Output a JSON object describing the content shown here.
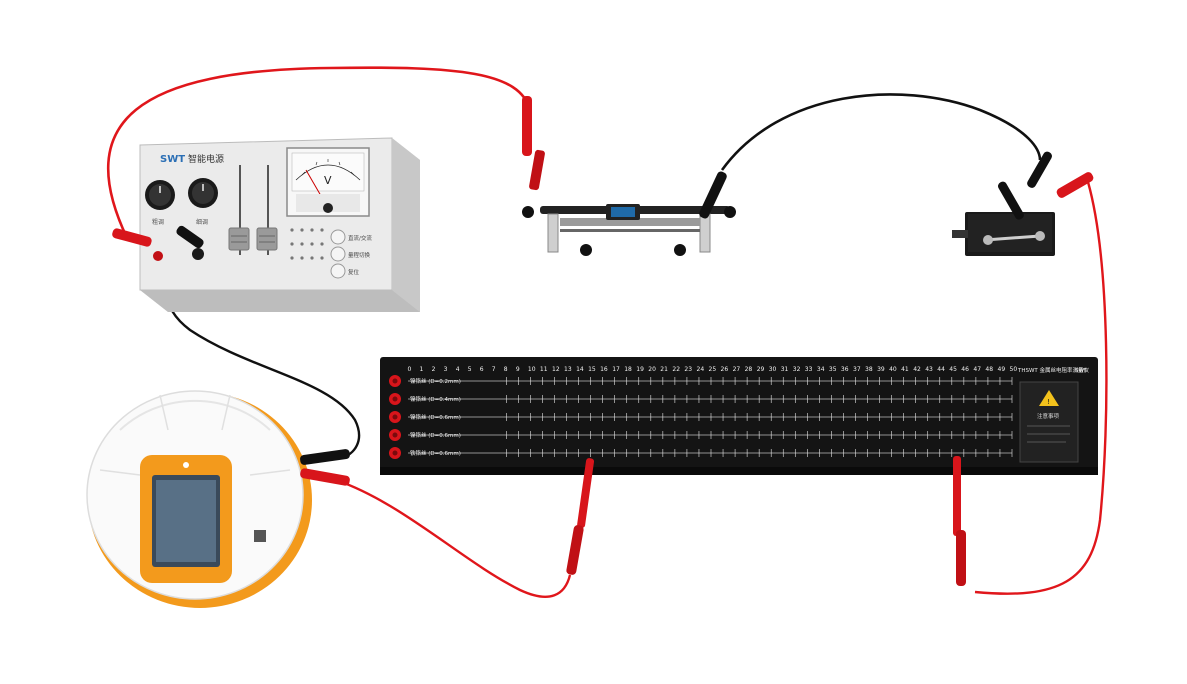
{
  "power_supply": {
    "brand": "SWT",
    "title": "智能电源",
    "meter_unit": "V",
    "knob_labels": [
      "粗调",
      "细调"
    ],
    "button_labels": [
      "直流/交流",
      "量程切换",
      "复位"
    ]
  },
  "board": {
    "ruler_numbers": [
      "0",
      "1",
      "2",
      "3",
      "4",
      "5",
      "6",
      "7",
      "8",
      "9",
      "10",
      "11",
      "12",
      "13",
      "14",
      "15",
      "16",
      "17",
      "18",
      "19",
      "20",
      "21",
      "22",
      "23",
      "24",
      "25",
      "26",
      "27",
      "28",
      "29",
      "30",
      "31",
      "32",
      "33",
      "34",
      "35",
      "36",
      "37",
      "38",
      "39",
      "40",
      "41",
      "42",
      "43",
      "44",
      "45",
      "46",
      "47",
      "48",
      "49",
      "50"
    ],
    "wire_labels": [
      "镍铬丝 (D=0.2mm)",
      "镍铬丝 (D=0.4mm)",
      "镍铬丝 (D=0.6mm)",
      "镍铬丝 (D=0.6mm)",
      "铁铬丝 (D=0.6mm)"
    ],
    "model_text": "THSWT 金属丝电阻率测量仪",
    "brand_tag": "SWT",
    "warning_label": "注意事项"
  },
  "colors": {
    "red_wire": "#e0161b",
    "black_wire": "#111111",
    "board": "#141414",
    "orange": "#f39a1c"
  }
}
